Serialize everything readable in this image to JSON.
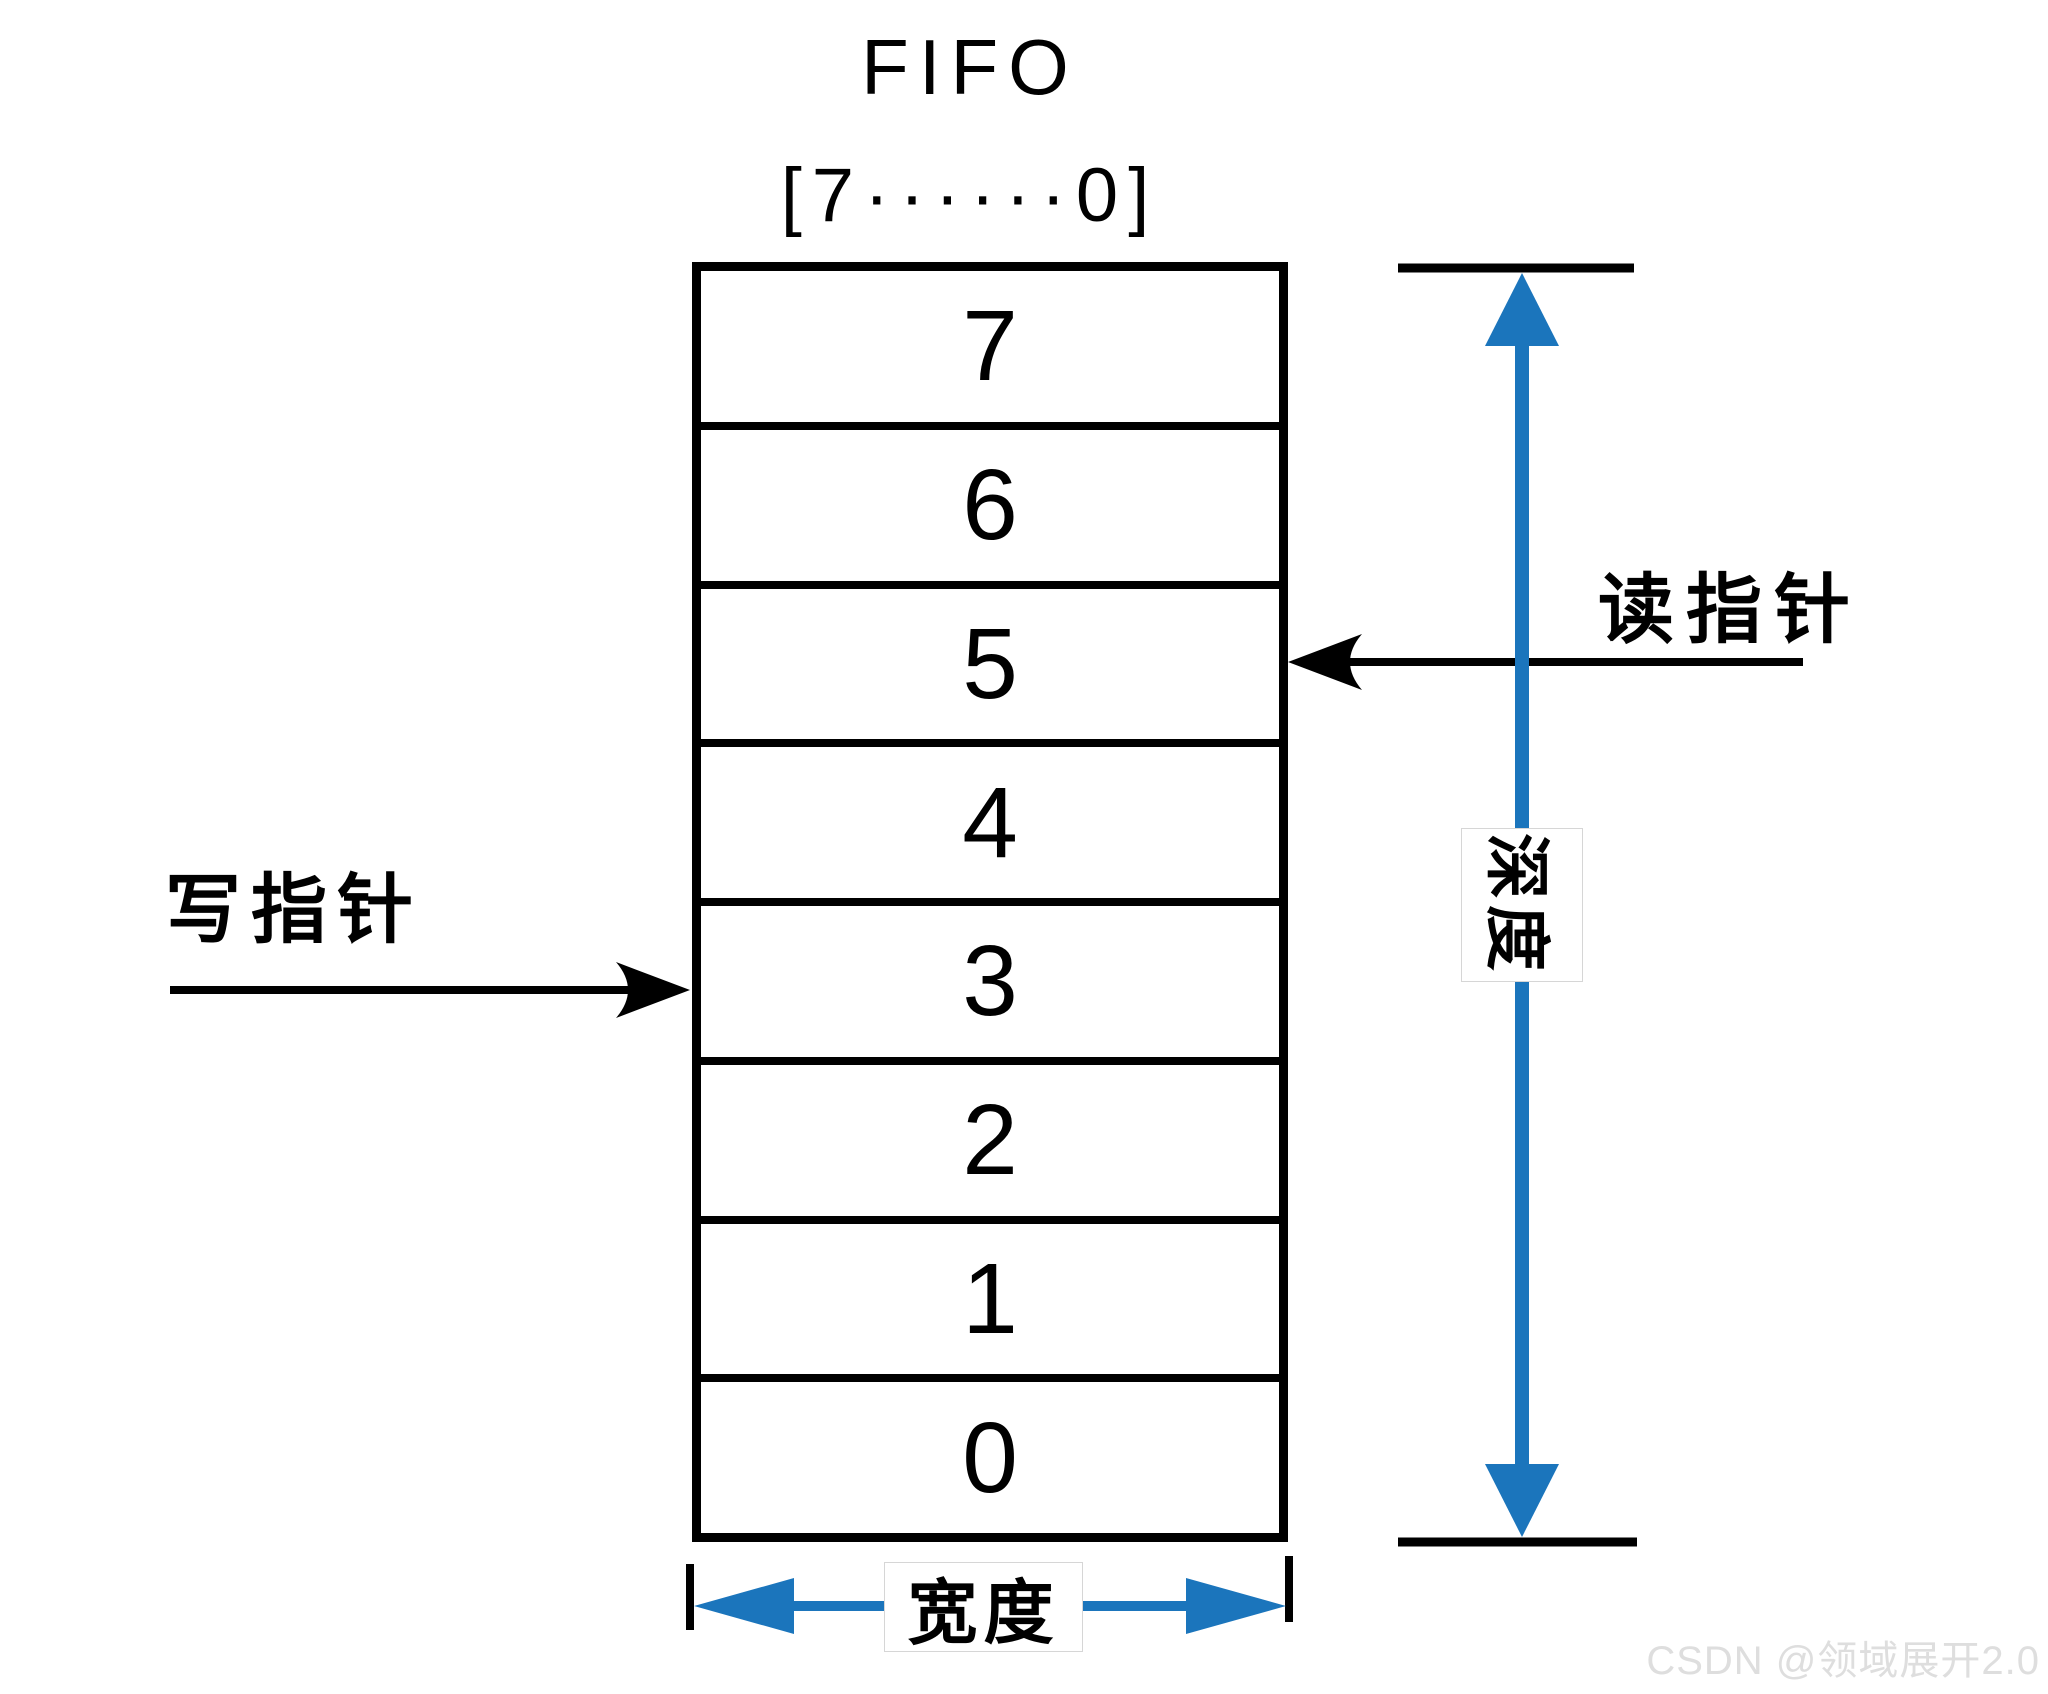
{
  "title": "FIFO",
  "bit_range_label": "[7······0]",
  "fifo_table": {
    "cells": [
      {
        "label": "7"
      },
      {
        "label": "6"
      },
      {
        "label": "5"
      },
      {
        "label": "4"
      },
      {
        "label": "3"
      },
      {
        "label": "2"
      },
      {
        "label": "1"
      },
      {
        "label": "0"
      }
    ]
  },
  "pointers": {
    "write_label": "写指针",
    "read_label": "读指针",
    "write_target_cell": "3",
    "read_target_cell": "5"
  },
  "dimensions": {
    "depth_label": "深度",
    "width_label": "宽度"
  },
  "watermark": "CSDN @领域展开2.0",
  "colors": {
    "accent_blue": "#1B75BC",
    "line_black": "#000000",
    "watermark_gray": "#DEDEDE"
  }
}
